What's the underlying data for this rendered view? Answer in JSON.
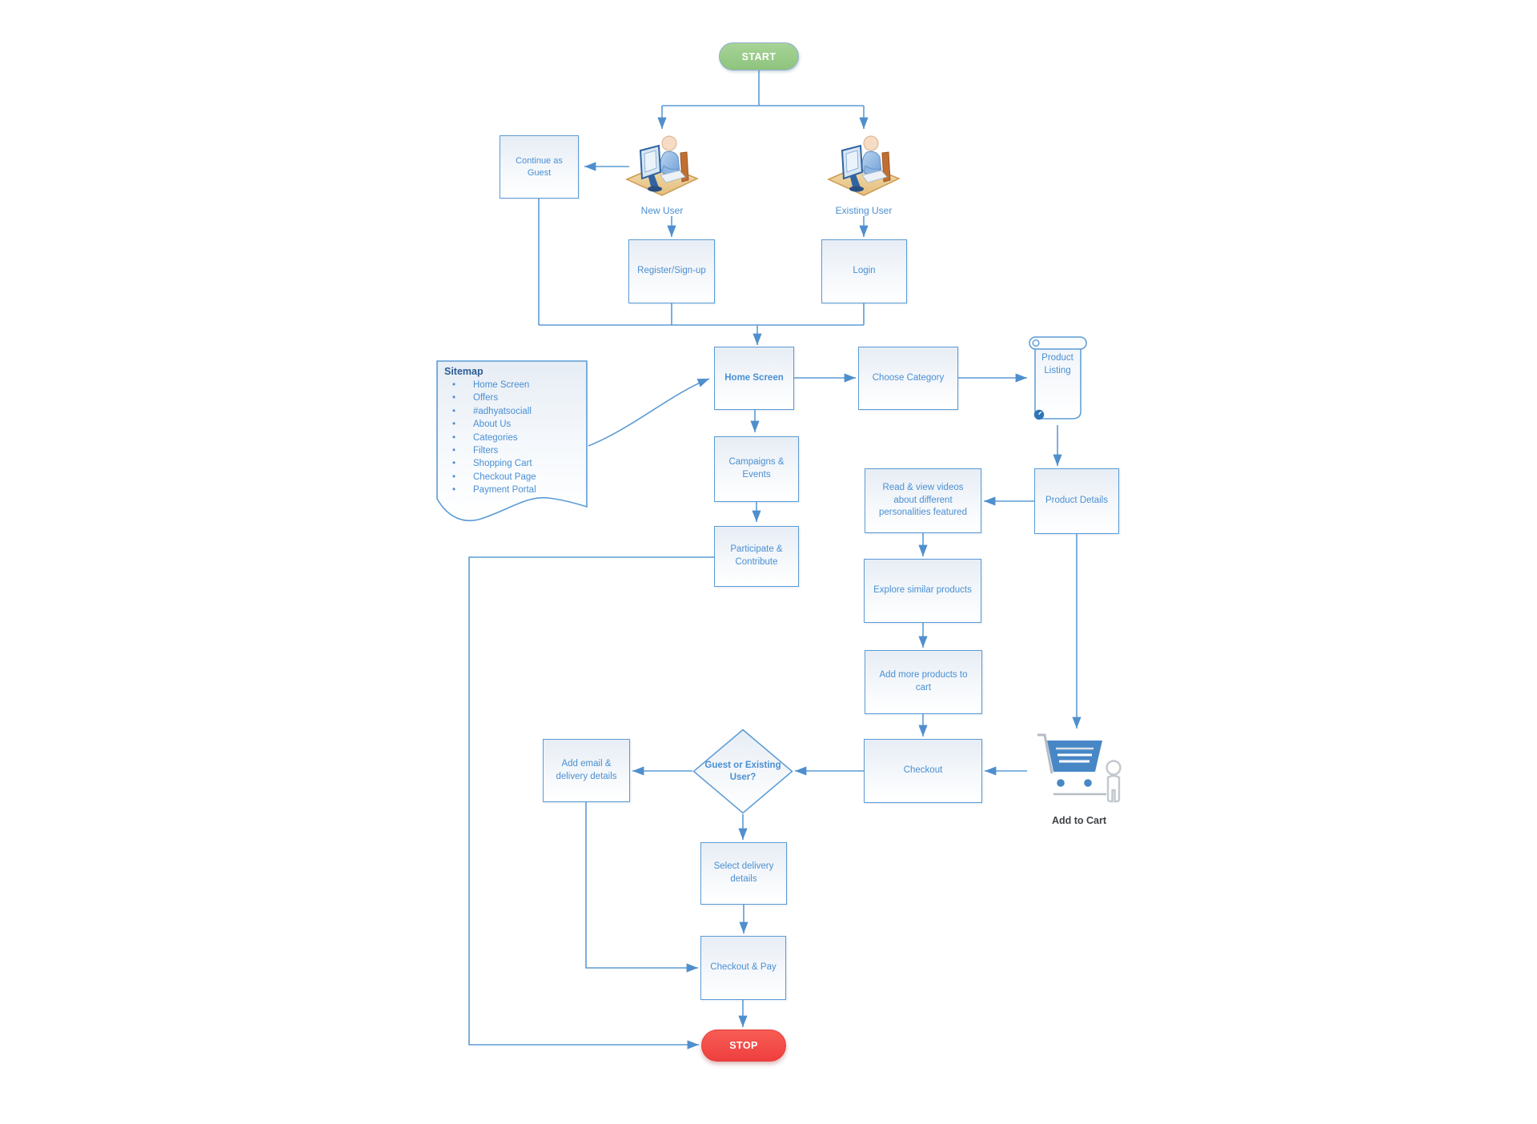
{
  "diagram": {
    "terminals": {
      "start": "START",
      "stop": "STOP"
    },
    "nodes": {
      "continue_as_guest": "Continue as Guest",
      "new_user": "New User",
      "existing_user": "Existing User",
      "register_signup": "Register/Sign-up",
      "login": "Login",
      "home_screen": "Home Screen",
      "choose_category": "Choose Category",
      "product_listing": "Product Listing",
      "campaigns_events": "Campaigns & Events",
      "participate_contribute": "Participate & Contribute",
      "read_view_videos": "Read & view videos about different personalities featured",
      "product_details": "Product Details",
      "explore_similar": "Explore similar products",
      "add_more_products": "Add more products to cart",
      "checkout": "Checkout",
      "add_to_cart": "Add to Cart",
      "guest_or_existing": "Guest or Existing User?",
      "add_email_delivery": "Add email & delivery details",
      "select_delivery": "Select delivery details",
      "checkout_pay": "Checkout & Pay"
    },
    "sitemap": {
      "title": "Sitemap",
      "items": [
        "Home Screen",
        "Offers",
        "#adhyatsociall",
        "About Us",
        "Categories",
        "Filters",
        "Shopping Cart",
        "Checkout Page",
        "Payment Portal"
      ]
    },
    "colors": {
      "accent_blue": "#5b9bd5",
      "text_blue": "#4a8fd3",
      "start_green": "#9cca8b",
      "stop_red": "#f24a4a",
      "cart_blue": "#4887c6",
      "floor_tan": "#eed3a0"
    }
  }
}
